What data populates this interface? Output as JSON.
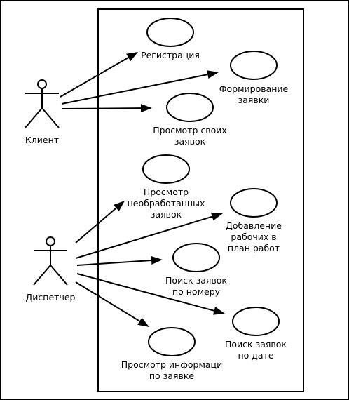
{
  "diagram": {
    "actors": [
      {
        "id": "client",
        "label": "Клиент"
      },
      {
        "id": "dispatcher",
        "label": "Диспетчер"
      }
    ],
    "use_cases": [
      {
        "id": "registration",
        "label_lines": [
          "Регистрация"
        ]
      },
      {
        "id": "create-request",
        "label_lines": [
          "Формирование",
          "заявки"
        ]
      },
      {
        "id": "view-own-requests",
        "label_lines": [
          "Просмотр своих",
          "заявок"
        ]
      },
      {
        "id": "view-unprocessed",
        "label_lines": [
          "Просмотр",
          "необработанных",
          "заявок"
        ]
      },
      {
        "id": "add-workers",
        "label_lines": [
          "Добавление",
          "рабочих в",
          "план работ"
        ]
      },
      {
        "id": "search-by-number",
        "label_lines": [
          "Поиск заявок",
          "по номеру"
        ]
      },
      {
        "id": "search-by-date",
        "label_lines": [
          "Поиск заявок",
          "по дате"
        ]
      },
      {
        "id": "view-request-info",
        "label_lines": [
          "Просмотр информаци",
          "по заявке"
        ]
      }
    ],
    "associations": [
      {
        "from": "client",
        "to": "registration"
      },
      {
        "from": "client",
        "to": "create-request"
      },
      {
        "from": "client",
        "to": "view-own-requests"
      },
      {
        "from": "dispatcher",
        "to": "view-unprocessed"
      },
      {
        "from": "dispatcher",
        "to": "add-workers"
      },
      {
        "from": "dispatcher",
        "to": "search-by-number"
      },
      {
        "from": "dispatcher",
        "to": "search-by-date"
      },
      {
        "from": "dispatcher",
        "to": "view-request-info"
      }
    ]
  }
}
